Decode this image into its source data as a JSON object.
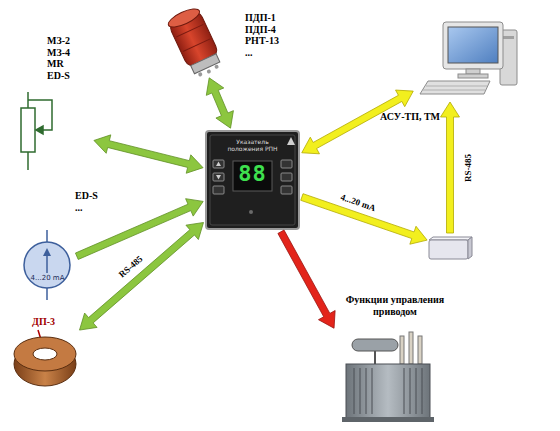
{
  "diagram": {
    "nodes": [
      {
        "text": [
          "ПДП-1 ПДП-4 РНТ-13 ..."
        ]
      },
      {
        "text": [
          "МЗ-2 МЗ-4 MR ED-S"
        ]
      },
      {
        "text": [
          "АСУ-ТП, ТМ"
        ]
      },
      {
        "text": [
          "Указатель положения РПН",
          "88"
        ]
      },
      {
        "text": [
          "ED-S ...",
          "4...20 mA"
        ]
      },
      {
        "text": []
      },
      {
        "text": [
          "ДП-3"
        ]
      },
      {
        "text": [
          "Функции управления приводом"
        ]
      }
    ],
    "edges": [
      {
        "from": 3,
        "to": 0,
        "arrow": "both"
      },
      {
        "from": 3,
        "to": 1,
        "arrow": "both"
      },
      {
        "from": 3,
        "to": 2,
        "arrow": "both"
      },
      {
        "from": 4,
        "to": 3,
        "arrow": "to"
      },
      {
        "from": 3,
        "to": 5,
        "arrow": "to",
        "label": "4...20 mA"
      },
      {
        "from": 5,
        "to": 2,
        "arrow": "to",
        "label": "RS-485"
      },
      {
        "from": 6,
        "to": 3,
        "arrow": "both",
        "label": "RS-485"
      },
      {
        "from": 3,
        "to": 7,
        "arrow": "to"
      }
    ]
  }
}
